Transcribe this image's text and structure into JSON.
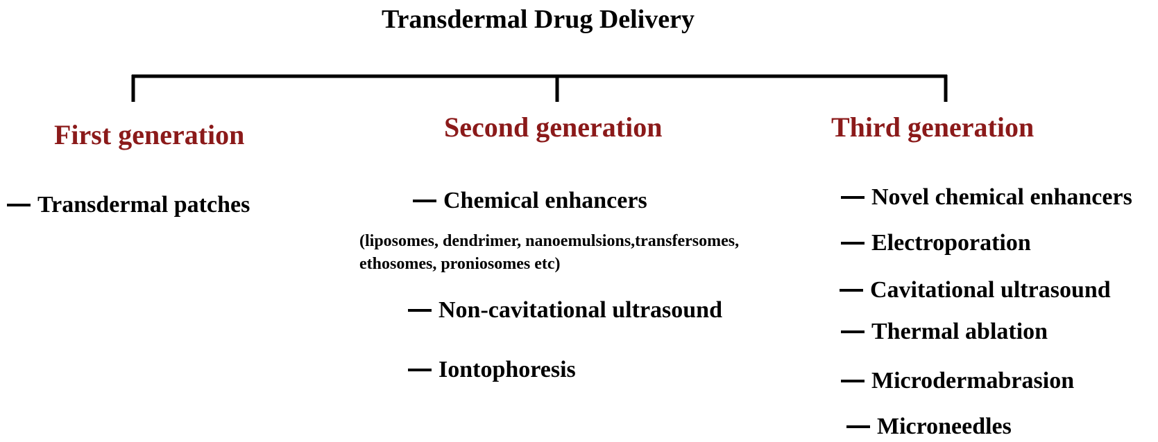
{
  "title": "Transdermal Drug Delivery",
  "generations": [
    {
      "label": "First generation",
      "items": [
        "Transdermal patches"
      ]
    },
    {
      "label": "Second generation",
      "items": [
        "Chemical enhancers",
        "Non-cavitational ultrasound",
        "Iontophoresis"
      ],
      "note_line1": "(liposomes, dendrimer, nanoemulsions,transfersomes,",
      "note_line2": "ethosomes, proniosomes etc)"
    },
    {
      "label": "Third generation",
      "items": [
        "Novel chemical enhancers",
        "Electroporation",
        "Cavitational ultrasound",
        "Thermal ablation",
        "Microdermabrasion",
        "Microneedles"
      ]
    }
  ],
  "colors": {
    "generation_label": "#8b1a1a",
    "text": "#000000",
    "line": "#000000"
  }
}
